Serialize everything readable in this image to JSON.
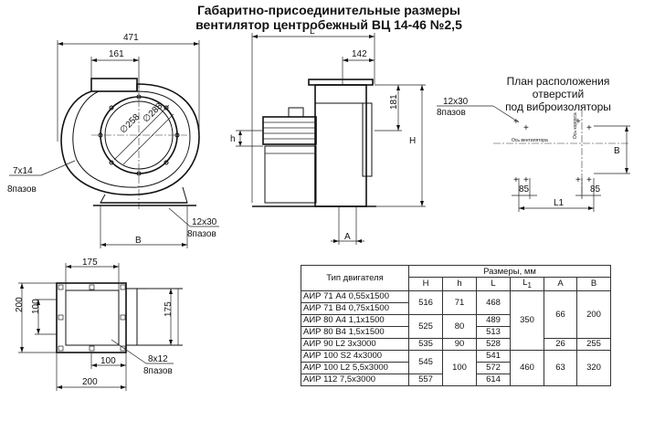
{
  "title": {
    "line1": "Габаритно-присоединительные размеры",
    "line2": "вентилятор центробежный ВЦ 14-46 №2,5"
  },
  "plan": {
    "title_line1": "План расположения отверстий",
    "title_line2": "под виброизоляторы",
    "holes_label": "12x30",
    "holes_count": "8пазов",
    "axis_fan": "Ось вентилятора",
    "axis_body": "Ось корпуса",
    "dim_85_left": "85",
    "dim_85_right": "85",
    "dim_L1": "L1",
    "dim_B": "B"
  },
  "front_view": {
    "dim_471": "471",
    "dim_161": "161",
    "dia_258": "∅258",
    "dia_288": "∅288",
    "holes_label": "7x14",
    "holes_count": "8пазов",
    "foot_holes_label": "12x30",
    "foot_holes_count": "8пазов",
    "dim_B": "B"
  },
  "side_view": {
    "dim_L": "L",
    "dim_142": "142",
    "dim_181": "181",
    "dim_h": "h",
    "dim_H": "H",
    "dim_A": "A"
  },
  "flange_view": {
    "dim_175_top": "175",
    "dim_175_right": "175",
    "dim_200_left": "200",
    "dim_100_left": "100",
    "dim_100_bottom": "100",
    "dim_200_bottom": "200",
    "holes_label": "8x12",
    "holes_count": "8пазов"
  },
  "table": {
    "header_type": "Тип двигателя",
    "header_sizes": "Размеры, мм",
    "col_H": "H",
    "col_h": "h",
    "col_L": "L",
    "col_L1": "L",
    "col_L1_sub": "1",
    "col_A": "A",
    "col_B": "B",
    "motors": [
      "АИР 71 А4 0,55x1500",
      "АИР 71 В4 0,75x1500",
      "АИР 80 А4 1,1x1500",
      "АИР 80 В4 1,5x1500",
      "АИР 90  L2 3x3000",
      "АИР 100  S2 4x3000",
      "АИР 100  L2 5,5x3000",
      "АИР 112 7,5x3000"
    ],
    "H": [
      "516",
      "525",
      "535",
      "545",
      "557"
    ],
    "h": [
      "71",
      "80",
      "90",
      "100"
    ],
    "L": [
      "468",
      "489",
      "513",
      "528",
      "541",
      "572",
      "614"
    ],
    "L1": [
      "350",
      "460"
    ],
    "A": [
      "66",
      "26",
      "63"
    ],
    "B": [
      "200",
      "255",
      "320"
    ]
  }
}
